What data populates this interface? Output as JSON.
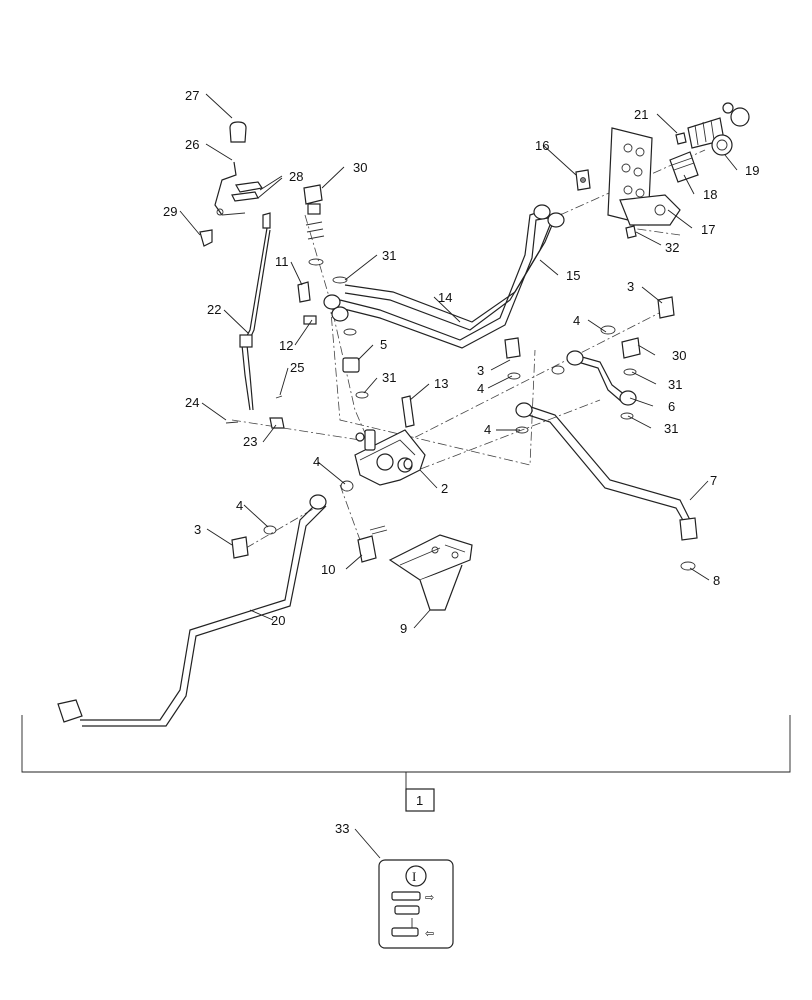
{
  "callouts": [
    "1",
    "2",
    "3",
    "4",
    "5",
    "6",
    "7",
    "8",
    "9",
    "10",
    "11",
    "12",
    "13",
    "14",
    "15",
    "16",
    "17",
    "18",
    "19",
    "20",
    "21",
    "22",
    "23",
    "24",
    "25",
    "26",
    "27",
    "28",
    "29",
    "30",
    "31",
    "32",
    "33"
  ],
  "kit_icon": {
    "glyph": "I",
    "arrow": "⇨",
    "arrow_back": "⇦"
  },
  "colors": {
    "line": "#222222",
    "background": "#ffffff"
  }
}
